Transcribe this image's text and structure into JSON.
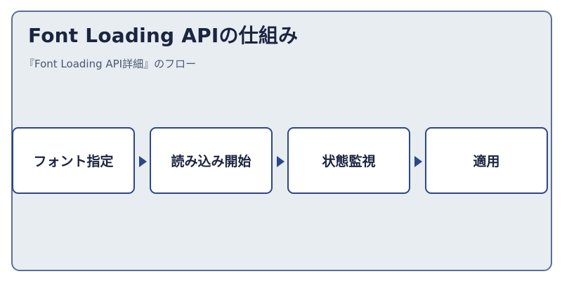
{
  "diagram": {
    "title": "Font Loading APIの仕組み",
    "subtitle": "『Font Loading API詳細』のフロー",
    "steps": [
      {
        "label": "フォント指定"
      },
      {
        "label": "読み込み開始"
      },
      {
        "label": "状態監視"
      },
      {
        "label": "適用"
      }
    ]
  },
  "colors": {
    "frame_background": "#e8edf2",
    "frame_border": "#5d6f96",
    "box_border": "#2d4786",
    "text": "#1b2440"
  },
  "icons": {
    "connector": "arrow-right-icon"
  }
}
